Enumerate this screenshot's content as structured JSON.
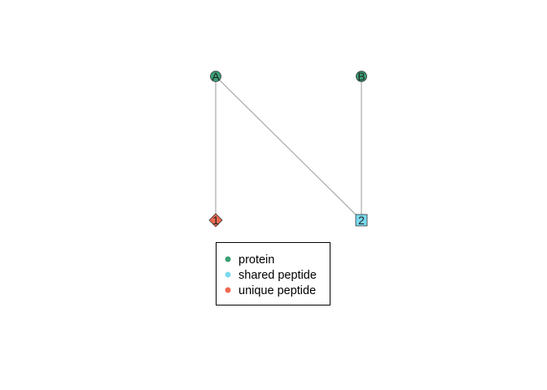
{
  "colors": {
    "protein": "#3aa076",
    "shared_peptide": "#79d9ef",
    "unique_peptide": "#ee6a50",
    "edge": "#999999",
    "outline": "#333333"
  },
  "nodes": [
    {
      "id": "A",
      "label": "A",
      "kind": "protein",
      "shape": "circle"
    },
    {
      "id": "B",
      "label": "B",
      "kind": "protein",
      "shape": "circle"
    },
    {
      "id": "1",
      "label": "1",
      "kind": "unique_peptide",
      "shape": "diamond"
    },
    {
      "id": "2",
      "label": "2",
      "kind": "shared_peptide",
      "shape": "square"
    }
  ],
  "edges": [
    {
      "from": "A",
      "to": "1"
    },
    {
      "from": "A",
      "to": "2"
    },
    {
      "from": "B",
      "to": "2"
    }
  ],
  "legend": {
    "items": [
      {
        "label": "protein",
        "kind": "protein"
      },
      {
        "label": "shared peptide",
        "kind": "shared_peptide"
      },
      {
        "label": "unique peptide",
        "kind": "unique_peptide"
      }
    ]
  }
}
